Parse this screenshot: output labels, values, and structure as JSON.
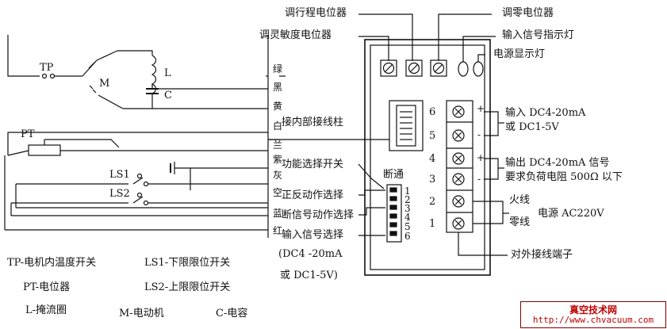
{
  "top_labels": {
    "span_pot": "调行程电位器",
    "zero_pot": "调零电位器",
    "sensitivity_pot": "调灵敏度电位器",
    "input_indicator": "输入信号指示灯",
    "power_indicator": "电源显示灯"
  },
  "motor": {
    "tp": "TP",
    "m": "M",
    "l": "L",
    "c": "C"
  },
  "pot": {
    "pt": "PT"
  },
  "limits": {
    "ls1": "LS1",
    "ls2": "LS2"
  },
  "wire_colors": [
    "绿",
    "黑",
    "黄",
    "白",
    "兰",
    "紫",
    "灰",
    "空",
    "蓝",
    "红"
  ],
  "left_notes": {
    "internal_terminal": "接内部接线柱",
    "function_switch": "功能选择开关",
    "off_on": "断通",
    "fwd_rev": "正反动作选择",
    "signal_loss": "断信号动作选择",
    "input_select": "输入信号选择",
    "range1": "(DC4 -20mA",
    "range2": "或 DC1-5V)"
  },
  "dip_numbers": [
    "1",
    "2",
    "3",
    "4",
    "5",
    "6"
  ],
  "terminal_numbers": [
    "6",
    "5",
    "4",
    "3",
    "2",
    "1"
  ],
  "polarity": {
    "p1": "+",
    "m1": "-",
    "p2": "+",
    "m2": "-"
  },
  "right_notes": {
    "input1": "输入 DC4-20mA",
    "input2": "或 DC1-5V",
    "output1": "输出 DC4-20mA 信号",
    "output2": "要求负荷电阻 500Ω 以下",
    "live": "火线",
    "neutral": "零线",
    "power": "电源 AC220V",
    "external": "对外接线端子"
  },
  "legend": {
    "tp": "TP-电机内温度开关",
    "ls1": "LS1-下限限位开关",
    "pt": "PT-电位器",
    "ls2": "LS2-上限限位开关",
    "l": "L-掩流圈",
    "m": "M-电动机",
    "c": "C-电容"
  },
  "watermark": {
    "title": "真空技术网",
    "url": "http://www.chvacuum.com"
  }
}
